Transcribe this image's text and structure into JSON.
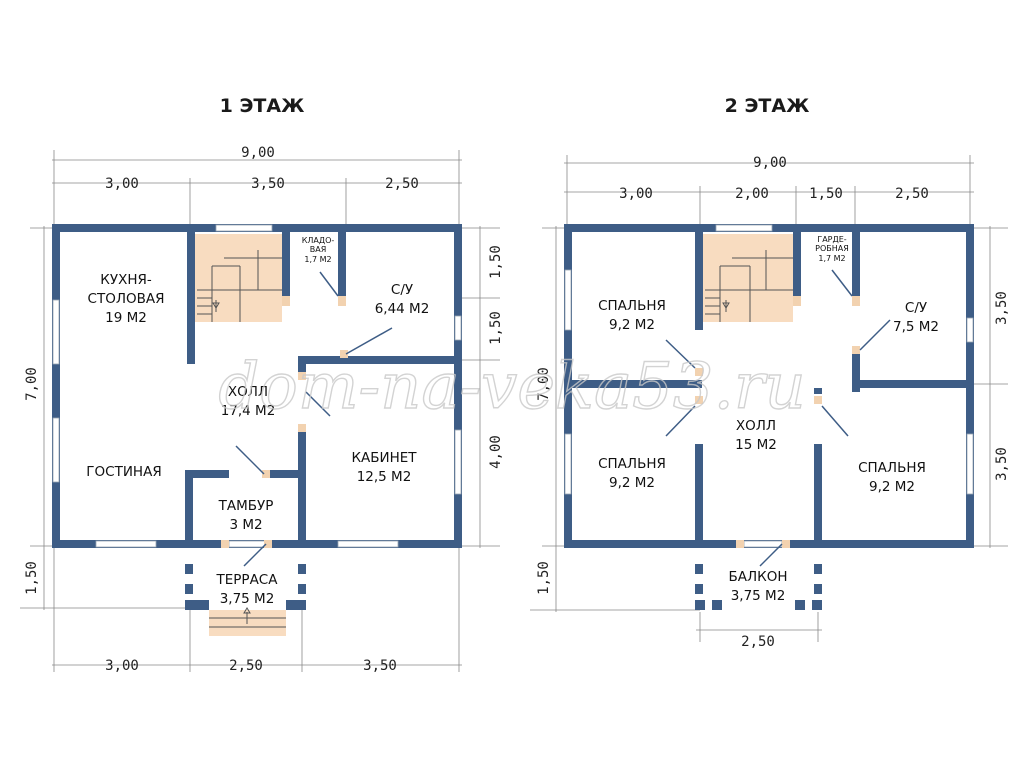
{
  "floor1": {
    "title": "1 ЭТАЖ",
    "dims": {
      "total_width": "9,00",
      "top": [
        "3,00",
        "3,50",
        "2,50"
      ],
      "left_height": "7,00",
      "left_lower": "1,50",
      "right": [
        "1,50",
        "1,50",
        "4,00"
      ],
      "bottom": [
        "3,00",
        "2,50",
        "3,50"
      ]
    },
    "rooms": {
      "kitchen": [
        "КУХНЯ-",
        "СТОЛОВАЯ",
        "19 М2"
      ],
      "pantry": [
        "КЛАДО-",
        "ВАЯ",
        "1,7 М2"
      ],
      "bath": [
        "С/У",
        "6,44 М2"
      ],
      "hall": [
        "ХОЛЛ",
        "17,4 М2"
      ],
      "living": [
        "ГОСТИНАЯ"
      ],
      "office": [
        "КАБИНЕТ",
        "12,5 М2"
      ],
      "vestibule": [
        "ТАМБУР",
        "3 М2"
      ],
      "terrace": [
        "ТЕРРАСА",
        "3,75 М2"
      ]
    }
  },
  "floor2": {
    "title": "2 ЭТАЖ",
    "dims": {
      "total_width": "9,00",
      "top": [
        "3,00",
        "2,00",
        "1,50",
        "2,50"
      ],
      "left_height": "7,00",
      "left_lower": "1,50",
      "right": [
        "3,50",
        "3,50"
      ],
      "bottom": [
        "2,50"
      ]
    },
    "rooms": {
      "bedroom_tl": [
        "СПАЛЬНЯ",
        "9,2 М2"
      ],
      "wardrobe": [
        "ГАРДЕ-",
        "РОБНАЯ",
        "1,7 М2"
      ],
      "bath": [
        "С/У",
        "7,5 М2"
      ],
      "hall": [
        "ХОЛЛ",
        "15 М2"
      ],
      "bedroom_bl": [
        "СПАЛЬНЯ",
        "9,2 М2"
      ],
      "bedroom_br": [
        "СПАЛЬНЯ",
        "9,2 М2"
      ],
      "balcony": [
        "БАЛКОН",
        "3,75 М2"
      ]
    }
  },
  "watermark": "dom-na-veka53.ru",
  "colors": {
    "wall": "#3e5d86",
    "stair": "#f8dcc0"
  }
}
